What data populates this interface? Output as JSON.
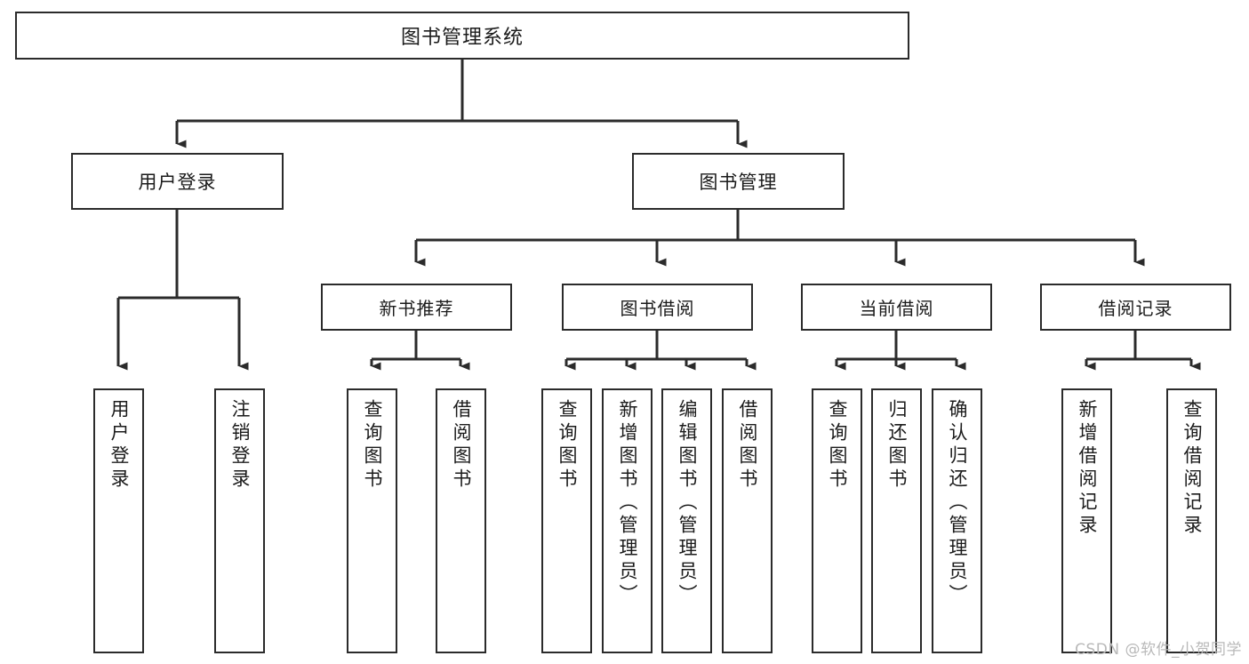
{
  "diagram": {
    "title": "图书管理系统",
    "type": "tree-hierarchy-diagram",
    "watermark": "CSDN @软件_小贺同学",
    "colors": {
      "stroke": "#2b2b2b",
      "fill": "#ffffff",
      "text": "#1b1b1b",
      "watermark": "#b9b9b9"
    },
    "nodes": {
      "root": {
        "label": "图书管理系统"
      },
      "level2": [
        {
          "id": "user-login",
          "label": "用户登录"
        },
        {
          "id": "book-manage",
          "label": "图书管理"
        }
      ],
      "level3": [
        {
          "id": "new-book-recommend",
          "label": "新书推荐"
        },
        {
          "id": "book-borrow",
          "label": "图书借阅"
        },
        {
          "id": "current-borrow",
          "label": "当前借阅"
        },
        {
          "id": "borrow-record",
          "label": "借阅记录"
        }
      ],
      "leaves": {
        "user_login": [
          {
            "id": "leaf-user-login",
            "label": "用户登录"
          },
          {
            "id": "leaf-logout-login",
            "label": "注销登录"
          }
        ],
        "new_book_recommend": [
          {
            "id": "leaf-query-book-1",
            "label": "查询图书"
          },
          {
            "id": "leaf-borrow-book-1",
            "label": "借阅图书"
          }
        ],
        "book_borrow": [
          {
            "id": "leaf-query-book-2",
            "label": "查询图书"
          },
          {
            "id": "leaf-add-book",
            "label": "新增图书（管理员）"
          },
          {
            "id": "leaf-edit-book",
            "label": "编辑图书（管理员）"
          },
          {
            "id": "leaf-borrow-book-2",
            "label": "借阅图书"
          }
        ],
        "current_borrow": [
          {
            "id": "leaf-query-book-3",
            "label": "查询图书"
          },
          {
            "id": "leaf-return-book",
            "label": "归还图书"
          },
          {
            "id": "leaf-confirm-return",
            "label": "确认归还（管理员）"
          }
        ],
        "borrow_record": [
          {
            "id": "leaf-add-record",
            "label": "新增借阅记录"
          },
          {
            "id": "leaf-query-record",
            "label": "查询借阅记录"
          }
        ]
      }
    }
  }
}
